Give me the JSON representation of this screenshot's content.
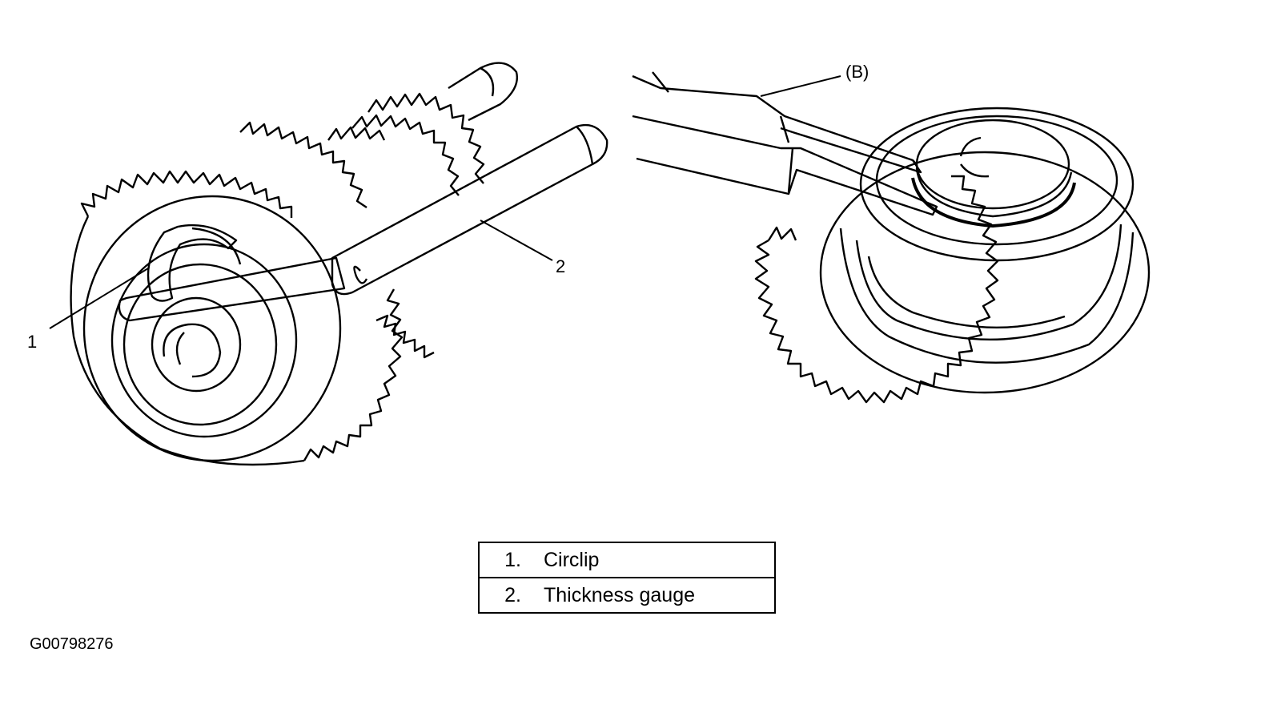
{
  "callouts": {
    "one": "1",
    "two": "2",
    "b": "(B)"
  },
  "legend": {
    "rows": [
      {
        "number": "1.",
        "label": "Circlip"
      },
      {
        "number": "2.",
        "label": "Thickness gauge"
      }
    ]
  },
  "figure_id": "G00798276",
  "colors": {
    "ink": "#000000",
    "paper": "#ffffff"
  }
}
